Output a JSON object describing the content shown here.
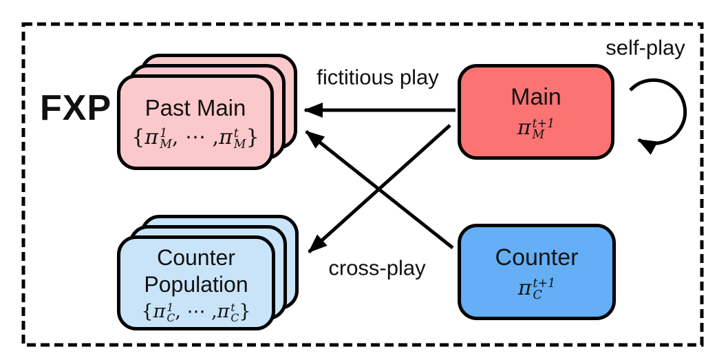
{
  "frame": {
    "label": "FXP"
  },
  "edges": {
    "fictitious_play_label": "fictitious play",
    "self_play_label": "self-play",
    "cross_play_label": "cross-play"
  },
  "nodes": {
    "past_main": {
      "title": "Past Main",
      "policies": {
        "open": "{",
        "pi1": "π",
        "sup1": "1",
        "sub1": "M",
        "sep": ", ⋯ ,",
        "pi2": "π",
        "sup2": "t",
        "sub2": "M",
        "close": "}"
      }
    },
    "main": {
      "title": "Main",
      "policy": {
        "pi": "π",
        "sup": "t+1",
        "sub": "M"
      }
    },
    "counter_population": {
      "title_line1": "Counter",
      "title_line2": "Population",
      "policies": {
        "open": "{",
        "pi1": "π",
        "sup1": "1",
        "sub1": "C",
        "sep": ", ⋯ ,",
        "pi2": "π",
        "sup2": "t",
        "sub2": "C",
        "close": "}"
      }
    },
    "counter": {
      "title": "Counter",
      "policy": {
        "pi": "π",
        "sup": "t+1",
        "sub": "C"
      }
    }
  },
  "colors": {
    "main_box": "#FB7373",
    "past_main_stack": "#FBC8CB",
    "counter_box": "#64AFF5",
    "counter_population_stack": "#C9E4F9",
    "stroke": "#000000",
    "background": "#FFFFFF"
  }
}
